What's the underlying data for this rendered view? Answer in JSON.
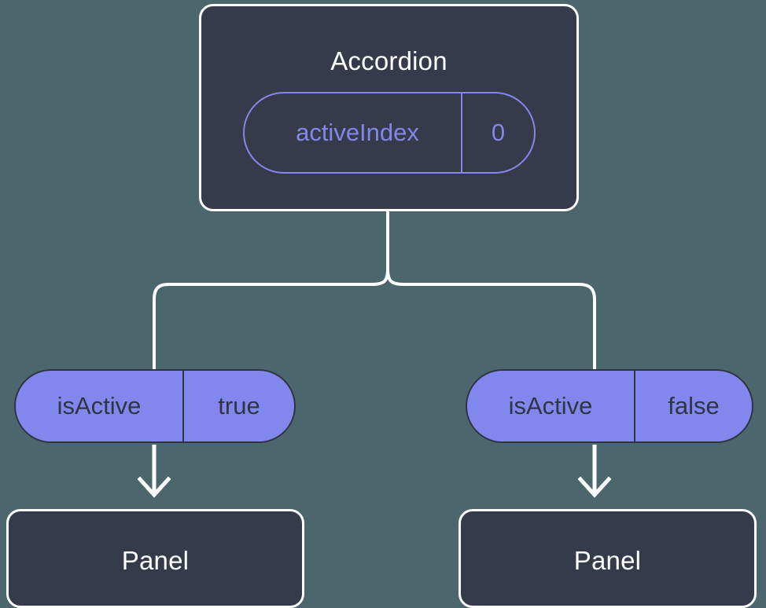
{
  "diagram": {
    "background_color": "#4c666e",
    "node_fill": "#353b4a",
    "node_border": "#ffffff",
    "accent_purple": "#8287ee",
    "accent_purple_outline": "#8287e8",
    "dark_text": "#2f3542",
    "connector_color": "#ffffff",
    "root": {
      "title": "Accordion",
      "state_pill": {
        "key": "activeIndex",
        "value": "0"
      }
    },
    "children": [
      {
        "prop_pill": {
          "key": "isActive",
          "value": "true"
        },
        "title": "Panel"
      },
      {
        "prop_pill": {
          "key": "isActive",
          "value": "false"
        },
        "title": "Panel"
      }
    ]
  }
}
